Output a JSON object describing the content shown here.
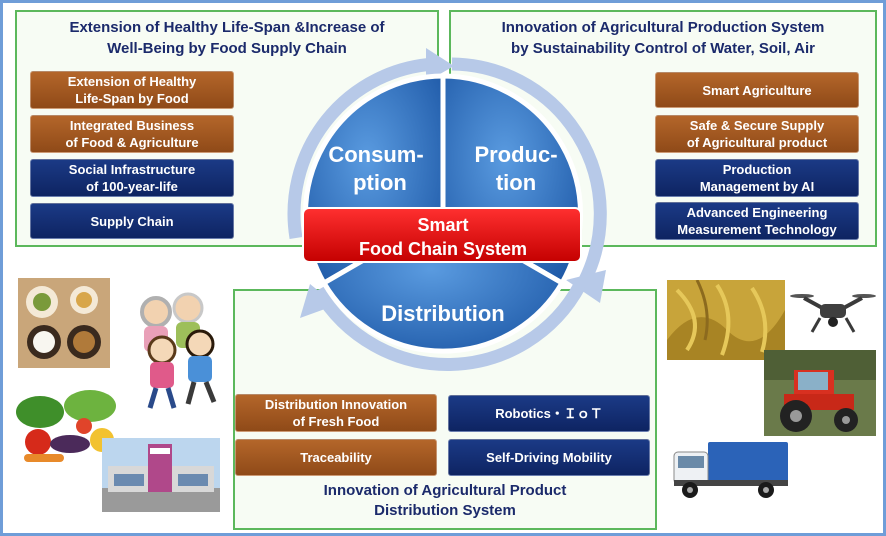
{
  "top_left": {
    "title_line1": "Extension of Healthy Life-Span &Increase of",
    "title_line2": "Well-Being by Food Supply Chain",
    "items": [
      {
        "line1": "Extension of Healthy",
        "line2": "Life-Span by Food"
      },
      {
        "line1": "Integrated Business",
        "line2": "of Food & Agriculture"
      },
      {
        "line1": "Social Infrastructure",
        "line2": "of 100-year-life"
      },
      {
        "line1": "Supply Chain",
        "line2": ""
      }
    ]
  },
  "top_right": {
    "title_line1": "Innovation of Agricultural Production System",
    "title_line2": "by Sustainability Control of Water, Soil, Air",
    "items": [
      {
        "line1": "Smart Agriculture",
        "line2": ""
      },
      {
        "line1": "Safe & Secure Supply",
        "line2": "of Agricultural product"
      },
      {
        "line1": "Production",
        "line2": "Management by AI"
      },
      {
        "line1": "Advanced Engineering",
        "line2": "Measurement Technology"
      }
    ]
  },
  "bottom": {
    "title_line1": "Innovation of Agricultural Product",
    "title_line2": "Distribution System",
    "items": [
      {
        "line1": "Distribution Innovation",
        "line2": "of Fresh Food"
      },
      {
        "line1": "Robotics・ＩｏＴ",
        "line2": ""
      },
      {
        "line1": "Traceability",
        "line2": ""
      },
      {
        "line1": "Self-Driving Mobility",
        "line2": ""
      }
    ]
  },
  "cycle": {
    "consumption_line1": "Consum-",
    "consumption_line2": "ption",
    "production_line1": "Produc-",
    "production_line2": "tion",
    "distribution": "Distribution",
    "center_line1": "Smart",
    "center_line2": "Food Chain System"
  },
  "colors": {
    "brown_chip": "#a0561f",
    "navy_chip": "#13307a",
    "panel_border": "#5cb85c",
    "title_text": "#1b2a6b",
    "segment_blue": "#2f72c4",
    "center_red": "#e01010",
    "arrow": "#b7c9e8"
  },
  "images": [
    "food-dishes-image",
    "elderly-people-illustration",
    "children-illustration",
    "vegetables-image",
    "supermarket-image",
    "rice-field-image",
    "drone-image",
    "tractor-image",
    "truck-image"
  ]
}
